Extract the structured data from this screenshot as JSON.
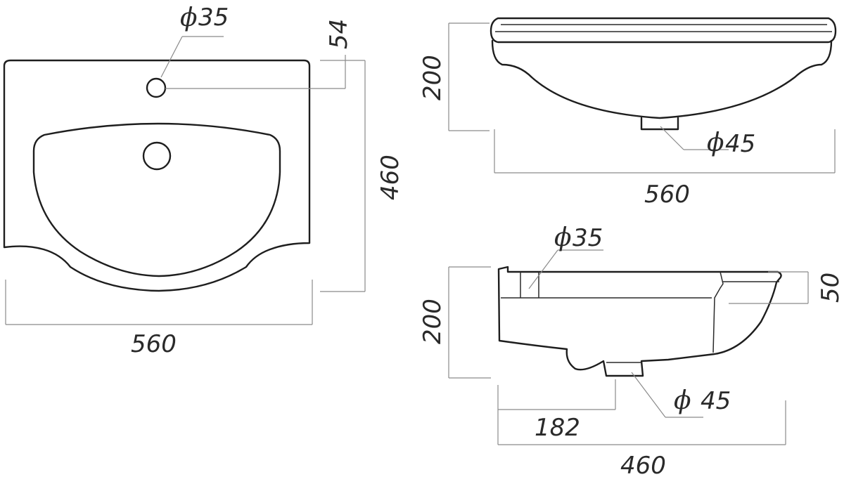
{
  "views": {
    "top": {
      "overflow_diameter": {
        "symbol": "ϕ",
        "value": "35"
      },
      "overflow_offset": "54",
      "depth": "460",
      "width": "560"
    },
    "front": {
      "height": "200",
      "drain_diameter": {
        "symbol": "ϕ",
        "value": "45"
      },
      "width": "560"
    },
    "side": {
      "overflow_diameter": {
        "symbol": "ϕ",
        "value": "35"
      },
      "rim_height": "50",
      "height": "200",
      "drain_diameter": {
        "symbol": "ϕ",
        "value": "45"
      },
      "drain_offset": "182",
      "depth": "460"
    }
  },
  "colors": {
    "outline": "#1e1e1e",
    "dimension_line": "#8a8a8a",
    "text": "#2a2a2a",
    "background": "#ffffff"
  }
}
